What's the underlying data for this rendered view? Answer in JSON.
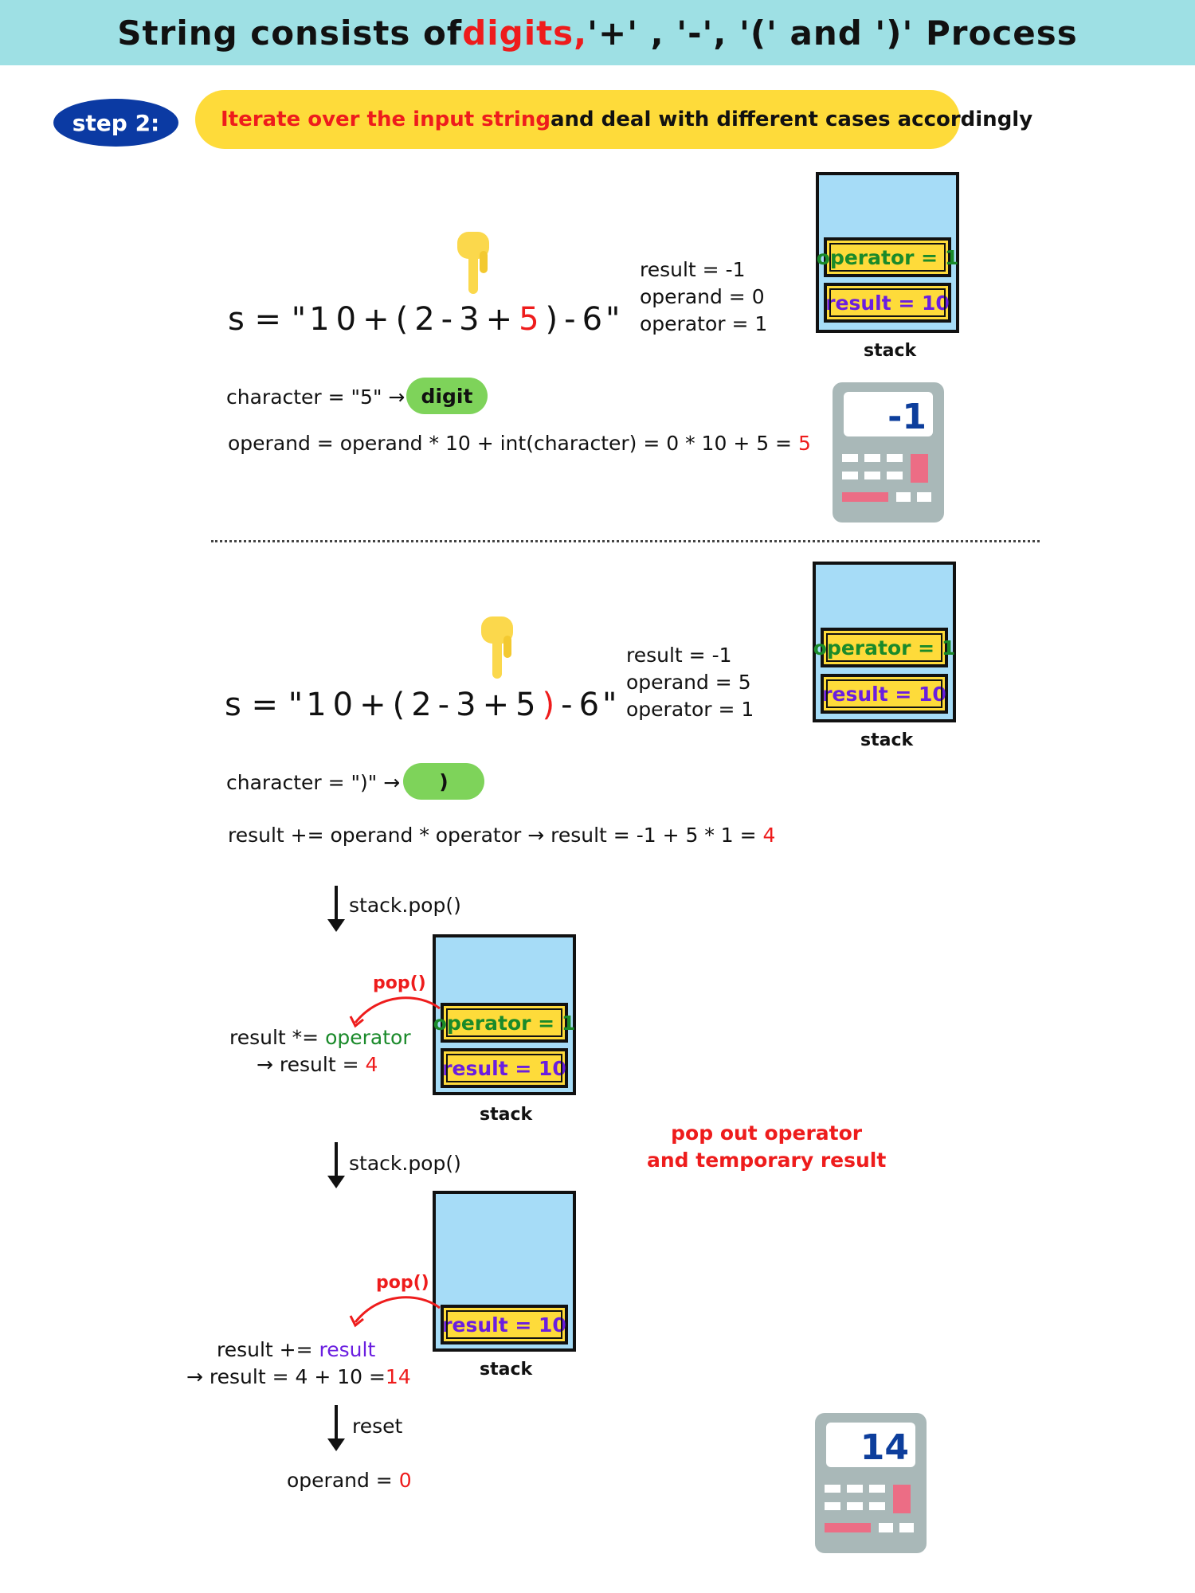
{
  "title": {
    "p1": "String consists of ",
    "p2": "digits,",
    "p3": " '+' , '-', '(' and ')' Process"
  },
  "step": {
    "badge": "step 2:",
    "desc_red": "Iterate over the input string",
    "desc_black": " and deal with different cases accordingly"
  },
  "panel1": {
    "prefix": "s = \"",
    "chars": [
      "1",
      "0",
      "+",
      "(",
      "2",
      "-",
      "3",
      "+",
      "5",
      ")",
      "-",
      "6"
    ],
    "highlight_index": 8,
    "suffix": "\"",
    "vars": [
      "result = -1",
      "operand = 0",
      "operator = 1"
    ],
    "char_line": "character = \"5\" →",
    "pill": "digit",
    "formula": "operand = operand * 10 + int(character) = 0 * 10 + 5 = ",
    "formula_result": "5",
    "stack_top": "operator = 1",
    "stack_bottom": "result = 10",
    "stack_caption": "stack",
    "calc_display": "-1"
  },
  "panel2": {
    "prefix": "s = \"",
    "chars": [
      "1",
      "0",
      "+",
      "(",
      "2",
      "-",
      "3",
      "+",
      "5",
      ")",
      "-",
      "6"
    ],
    "highlight_index": 9,
    "suffix": "\"",
    "vars": [
      "result = -1",
      "operand = 5",
      "operator = 1"
    ],
    "char_line": "character = \")\" →",
    "pill": ")",
    "formula": "result += operand * operator → result = -1 + 5 * 1 = ",
    "formula_result": "4",
    "stack_top": "operator = 1",
    "stack_bottom": "result = 10",
    "stack_caption": "stack"
  },
  "pop1": {
    "label": "stack.pop()",
    "pop_tag": "pop()",
    "line1_a": "result *= ",
    "line1_b": "operator",
    "line2_a": "→ result = ",
    "line2_b": "4",
    "stack_top": "operator = 1",
    "stack_bottom": "result = 10",
    "stack_caption": "stack"
  },
  "note": [
    "pop out operator",
    "and temporary result"
  ],
  "pop2": {
    "label": "stack.pop()",
    "pop_tag": "pop()",
    "line1_a": "result += ",
    "line1_b": "result",
    "line2_a": "→ result = 4 + 10 =",
    "line2_b": "14",
    "stack_bottom": "result = 10",
    "stack_caption": "stack"
  },
  "reset": {
    "label": "reset",
    "line_a": "operand = ",
    "line_b": "0"
  },
  "calc_final": "14",
  "colors": {
    "banner": "#9ee0e4",
    "badge": "#0b3aa3",
    "highlight": "#fedb3a",
    "pill": "#7ed35a",
    "stack": "#a6dcf7",
    "red": "#ee1c1c",
    "green": "#1a8a2a",
    "purple": "#6a1ee0"
  }
}
